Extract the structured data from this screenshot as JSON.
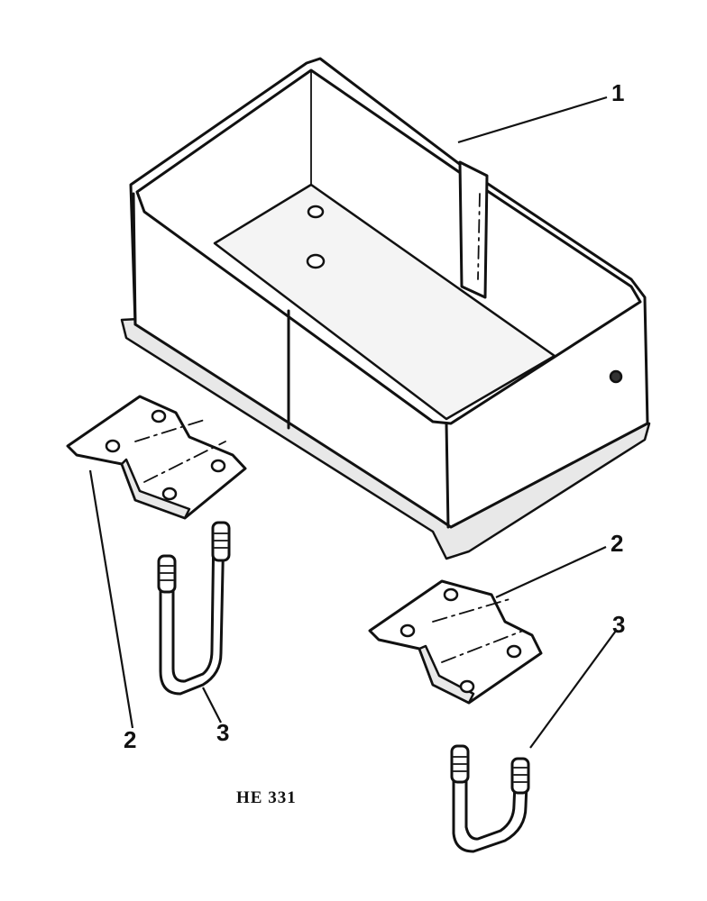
{
  "figure_id": "HE 331",
  "callouts": {
    "tray": "1",
    "bracket_left": "2",
    "bracket_right": "2",
    "ubolt_left": "3",
    "ubolt_right": "3"
  },
  "colors": {
    "ink": "#111111",
    "paper": "#ffffff"
  }
}
